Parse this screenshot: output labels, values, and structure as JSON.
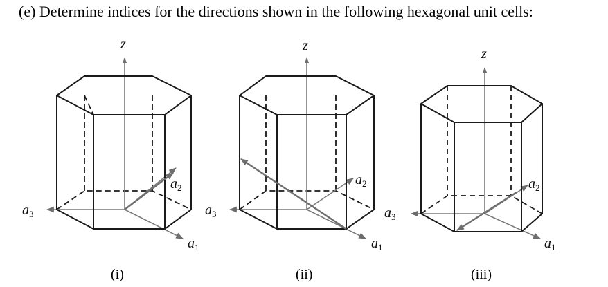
{
  "question": "(e) Determine indices for the directions shown in the following hexagonal unit cells:",
  "axes": {
    "z": "z",
    "a1_base": "a",
    "a1_sub": "1",
    "a2_base": "a",
    "a2_sub": "2",
    "a3_base": "a",
    "a3_sub": "3"
  },
  "cells": [
    {
      "caption": "(i)"
    },
    {
      "caption": "(ii)"
    },
    {
      "caption": "(iii)"
    }
  ],
  "colors": {
    "edges": "#1a1a1a",
    "axes": "#7a7a7a",
    "directions": "#6e6e6e"
  }
}
